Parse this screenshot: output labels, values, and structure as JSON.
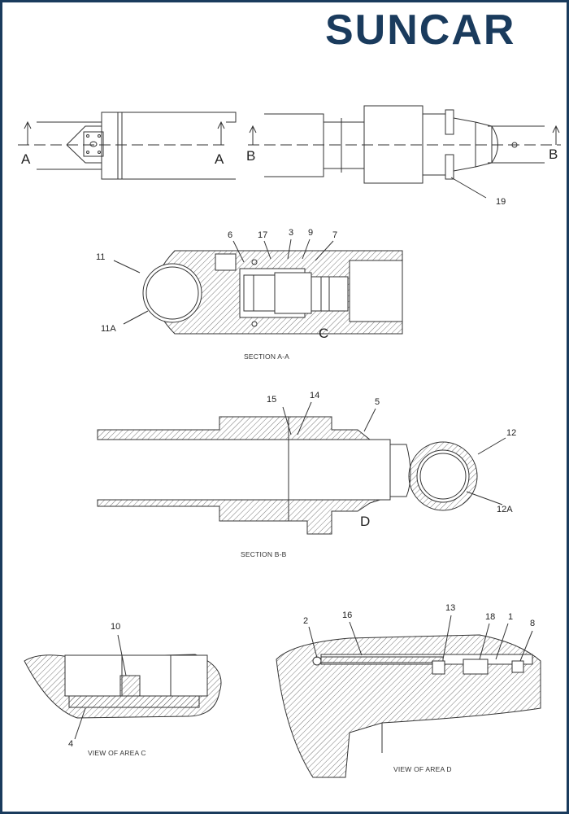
{
  "brand": {
    "logo_text": "SUNCAR",
    "color": "#1a3b5d",
    "accent": "#2a8fd6"
  },
  "section_marks": {
    "a_left": "A",
    "a_right": "A",
    "b_left": "B",
    "b_right": "B"
  },
  "detail_letters": {
    "c": "C",
    "d": "D"
  },
  "callouts": {
    "n19": "19",
    "n6": "6",
    "n17": "17",
    "n3": "3",
    "n9": "9",
    "n7": "7",
    "n11": "11",
    "n11a": "11A",
    "n15": "15",
    "n14": "14",
    "n5": "5",
    "n12": "12",
    "n12a": "12A",
    "n10": "10",
    "n4": "4",
    "n2": "2",
    "n16": "16",
    "n13": "13",
    "n18": "18",
    "n1": "1",
    "n8": "8"
  },
  "captions": {
    "section_aa": "SECTION A-A",
    "section_bb": "SECTION B-B",
    "view_c": "VIEW OF AREA C",
    "view_d": "VIEW OF AREA D"
  }
}
